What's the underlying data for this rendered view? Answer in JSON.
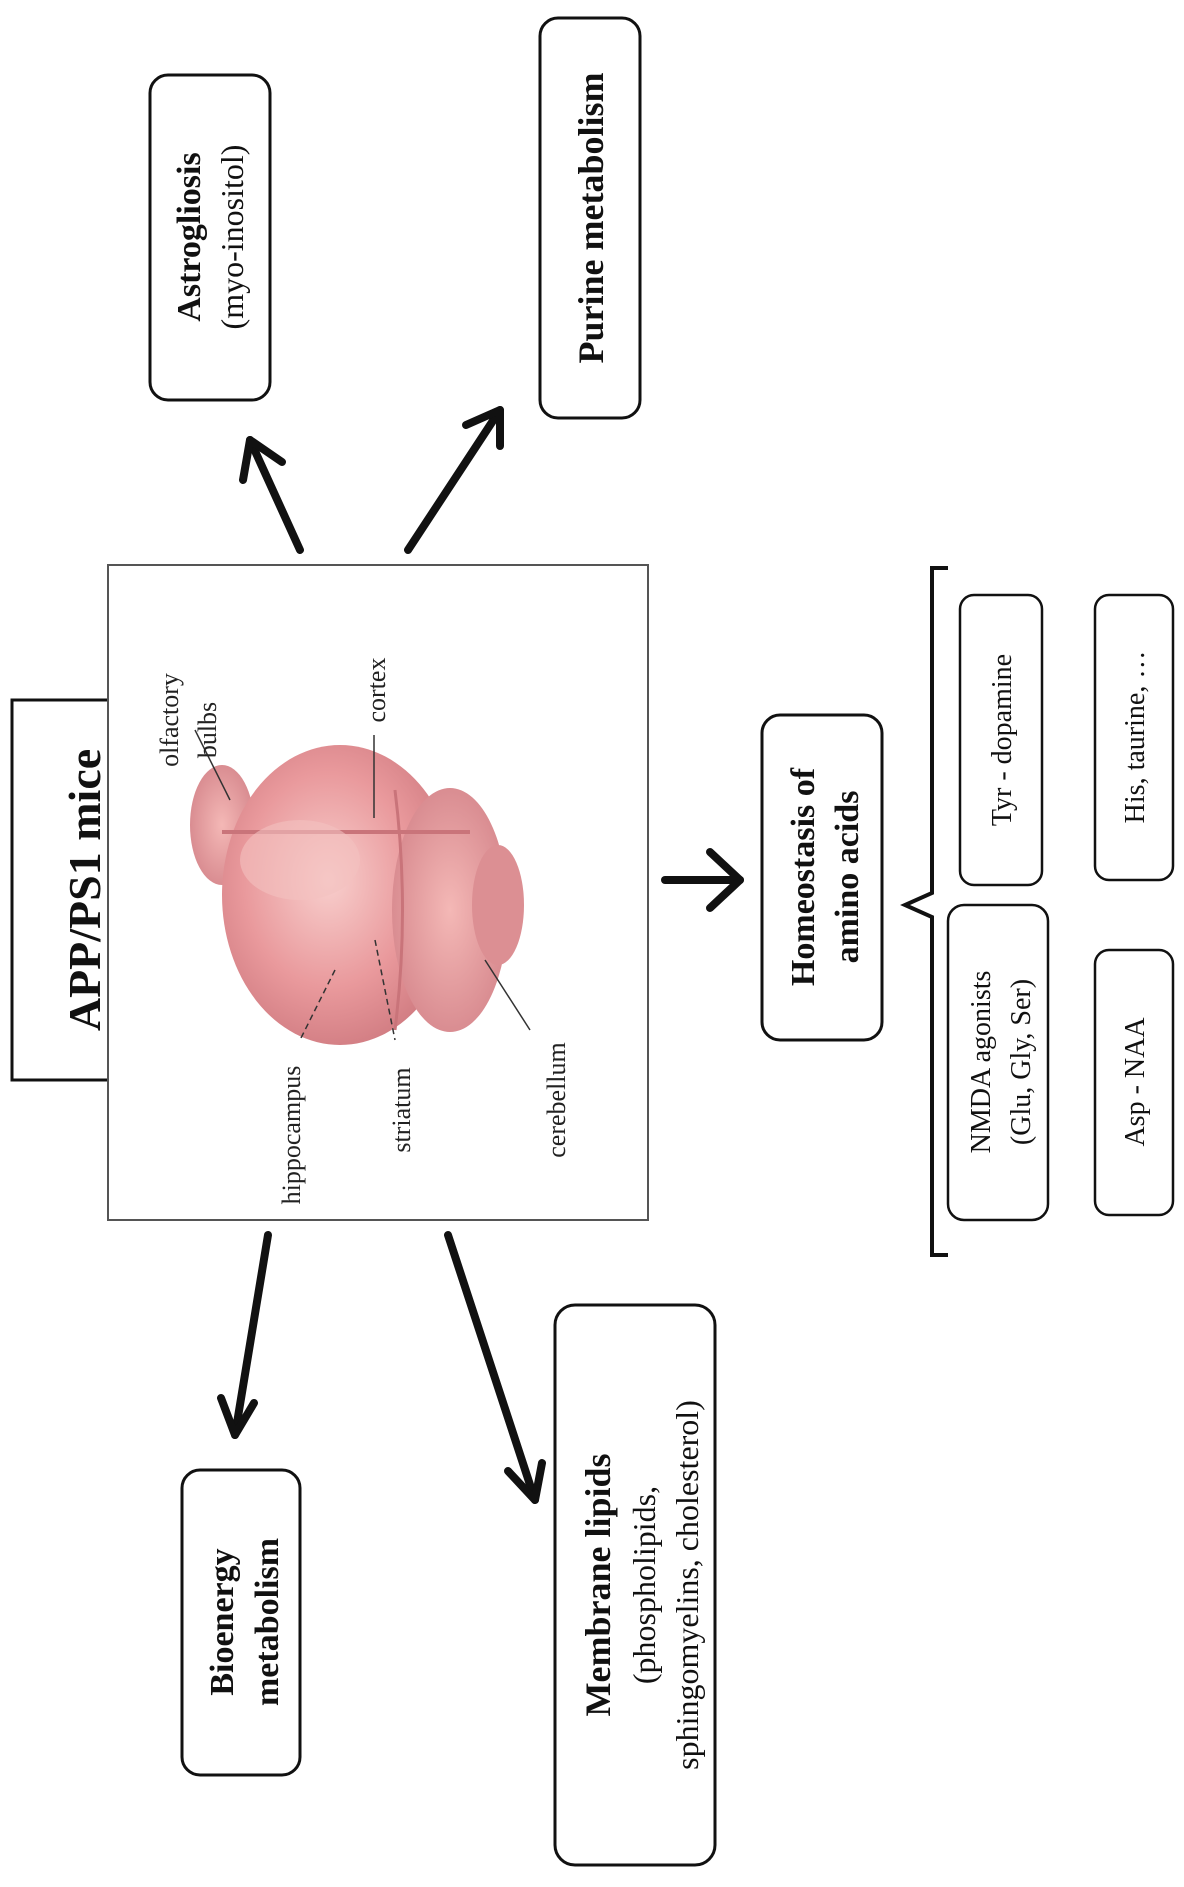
{
  "center": {
    "title": "APP/PS1 mice",
    "brain_labels": {
      "olfactory_1": "olfactory",
      "olfactory_2": "bulbs",
      "cortex": "cortex",
      "hippocampus": "hippocampus",
      "striatum": "striatum",
      "cerebellum": "cerebellum"
    }
  },
  "nodes": {
    "astrogliosis": {
      "line1": "Astrogliosis",
      "line2": "(myo-inositol)"
    },
    "purine": {
      "line1": "Purine metabolism"
    },
    "bioenergy": {
      "line1": "Bioenergy",
      "line2": "metabolism"
    },
    "membrane": {
      "line1": "Membrane lipids",
      "line2": "(phospholipids,",
      "line3": "sphingomyelins, cholesterol)"
    },
    "amino": {
      "line1": "Homeostasis of",
      "line2": "amino acids"
    }
  },
  "amino_sub": {
    "nmda": {
      "line1": "NMDA agonists",
      "line2": "(Glu, Gly, Ser)"
    },
    "tyr": "Tyr - dopamine",
    "asp": "Asp - NAA",
    "his": "His, taurine, …"
  },
  "colors": {
    "ink": "#111111",
    "brain": "#e8959a",
    "brain_light": "#f6c3c2",
    "brain_dark": "#c86e74"
  }
}
